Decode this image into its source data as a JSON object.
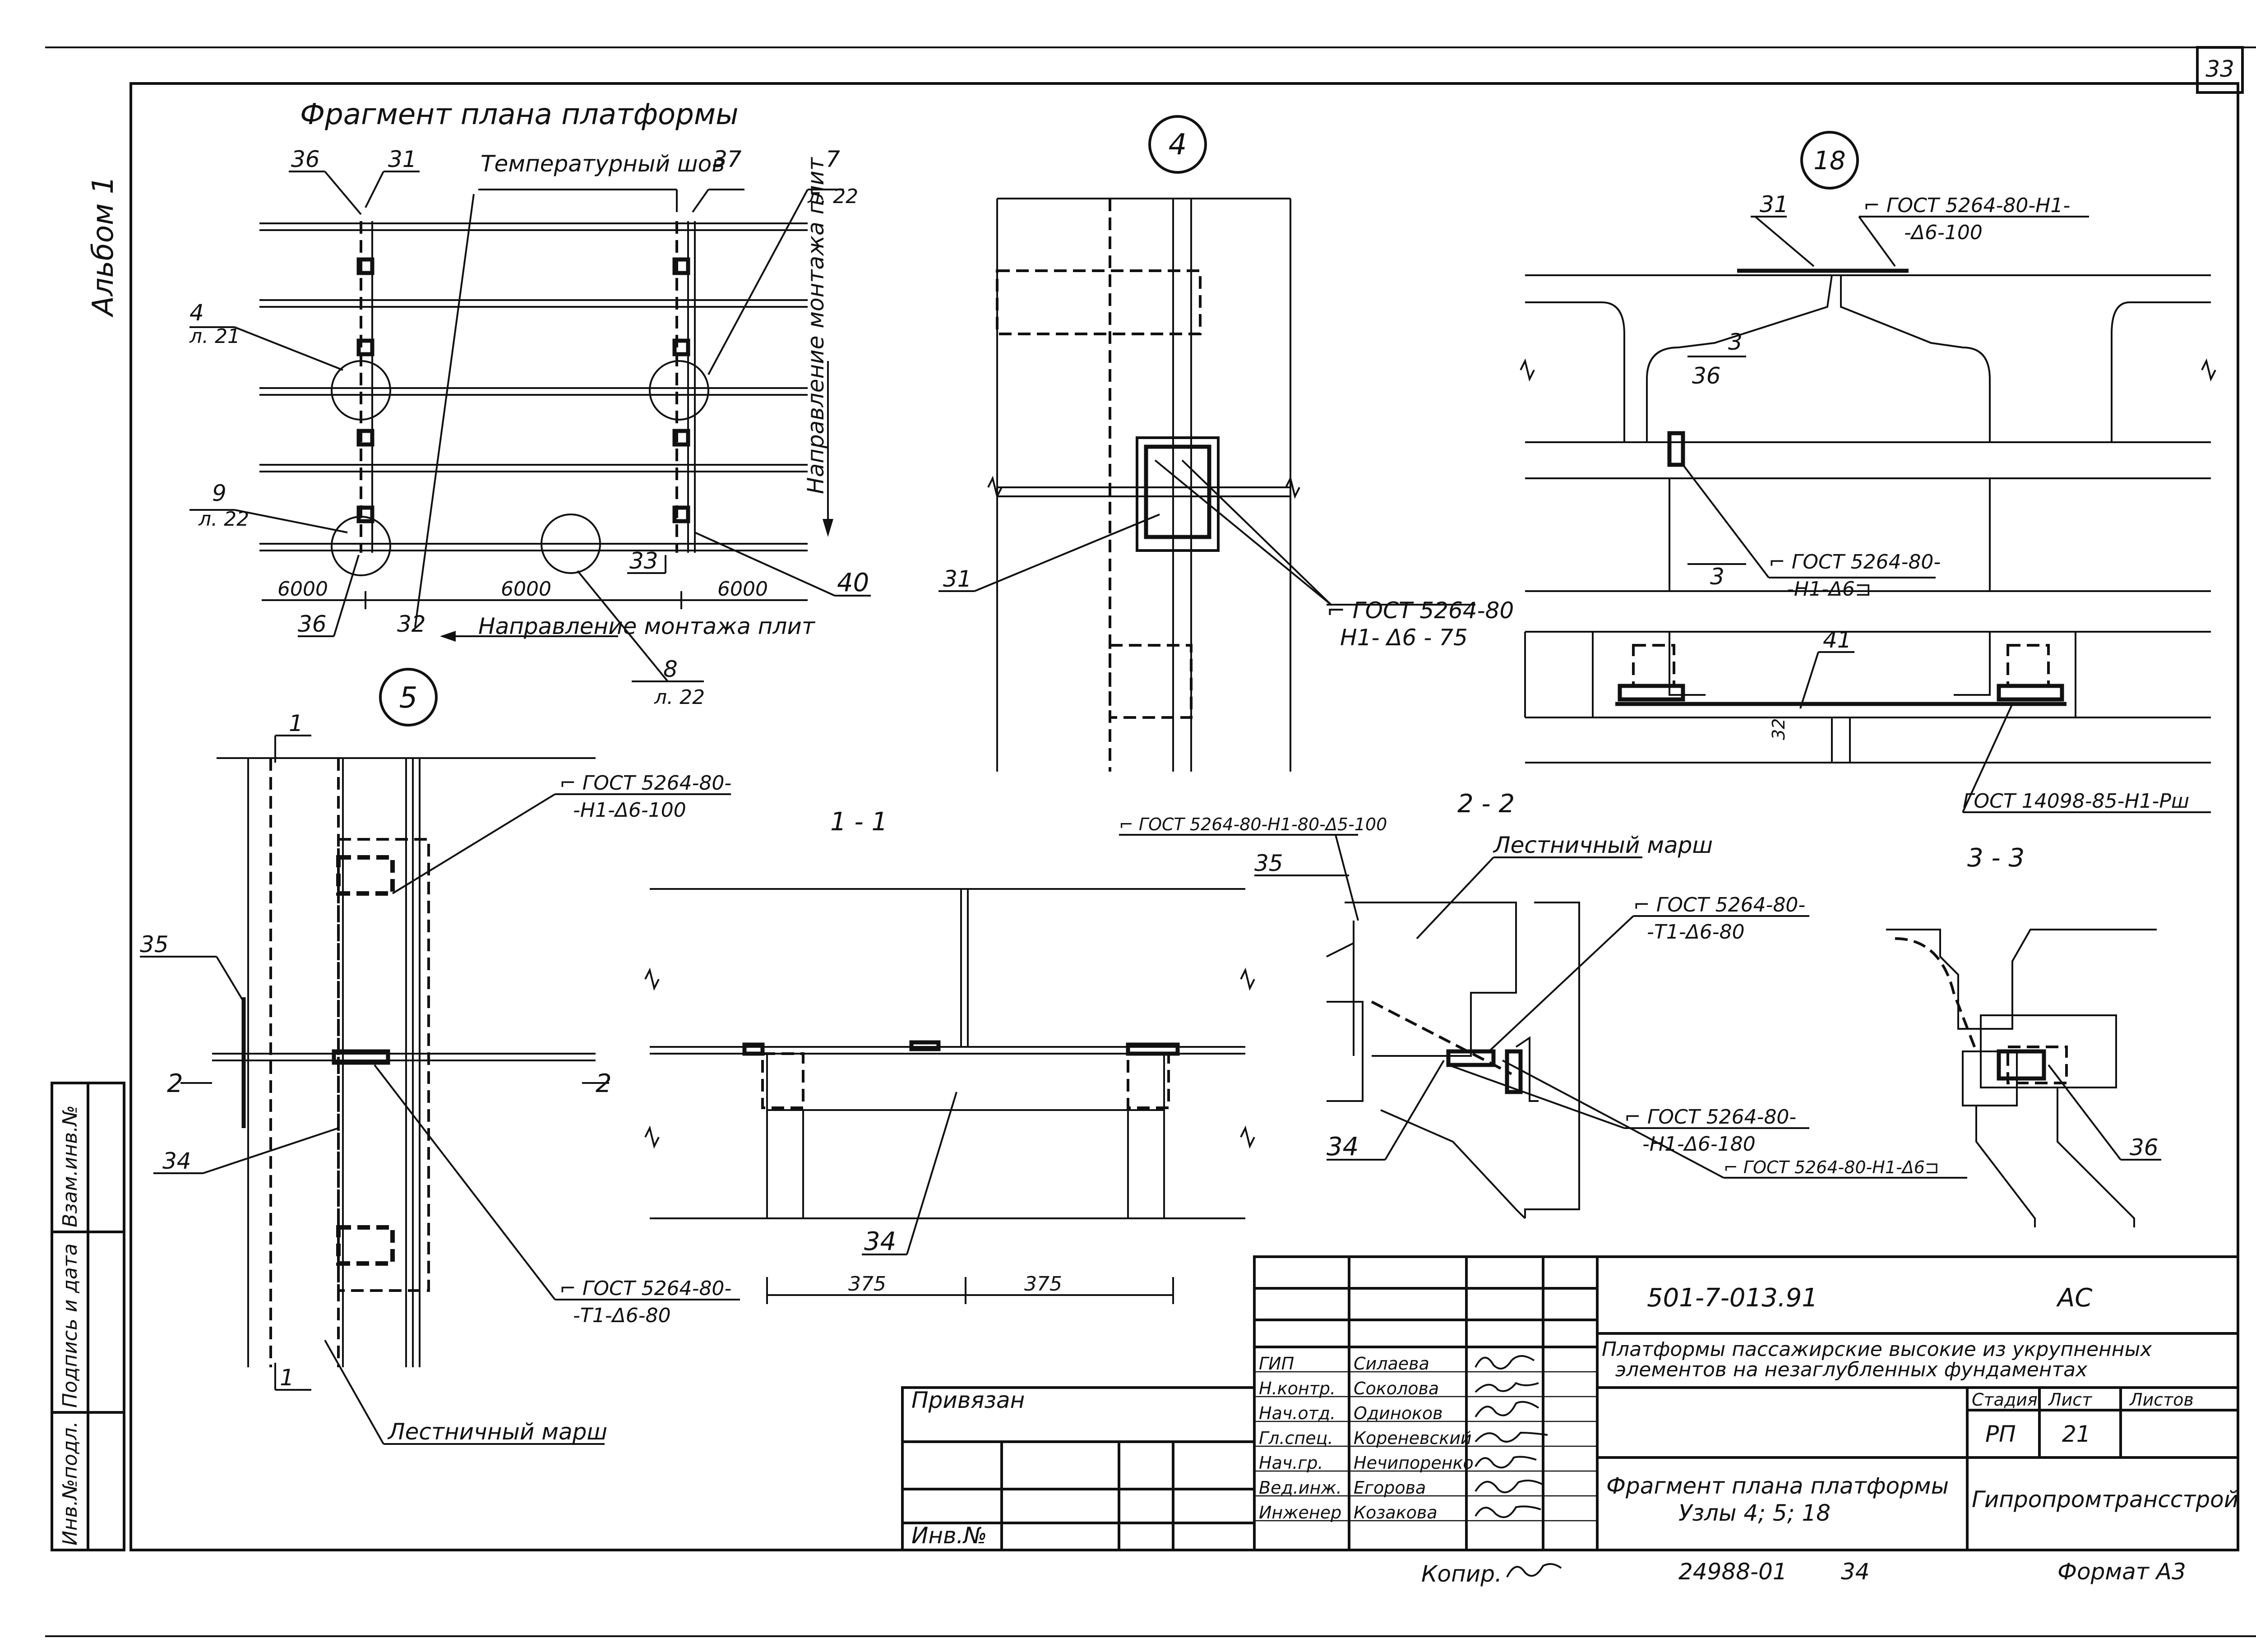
{
  "sheet": {
    "page_number": "33",
    "album_label": "Альбом 1",
    "side_labels": [
      "Взам.инв.№",
      "Подпись и дата",
      "Инв.№подл."
    ]
  },
  "plan": {
    "title": "Фрагмент плана платформы",
    "labels": {
      "p36a": "36",
      "p31": "31",
      "temp_joint": "Температурный шов",
      "p37": "37",
      "p7": "7",
      "p7_sheet": "л. 22",
      "p4": "4",
      "p4_sheet": "л. 21",
      "p9": "9",
      "p9_sheet": "л. 22",
      "p33": "33",
      "p40": "40",
      "p36b": "36",
      "p32": "32",
      "p8": "8",
      "p8_sheet": "л. 22",
      "dim1": "6000",
      "dim2": "6000",
      "dim3": "6000",
      "dir_bottom": "Направление монтажа плит",
      "dir_right": "Направление монтажа плит"
    }
  },
  "node4": {
    "number": "4",
    "labels": {
      "p31": "31",
      "weld": "⌐ ГОСТ 5264-80",
      "weld2": "Н1- Δ6 - 75"
    }
  },
  "node18": {
    "number": "18",
    "labels": {
      "p31": "31",
      "weld_top": "⌐ ГОСТ 5264-80-Н1-",
      "weld_top2": "-Δ6-100",
      "sec3": "3",
      "p36": "36",
      "sec3b": "3",
      "weld_mid": "⌐ ГОСТ 5264-80-",
      "weld_mid2": "-Н1-Δ6⊐",
      "p41": "41",
      "dim32": "32",
      "gost_bottom": "ГОСТ 14098-85-Н1-Рш"
    }
  },
  "node5": {
    "number": "5",
    "labels": {
      "sec1_top": "1",
      "sec1_bot": "1",
      "sec2_left": "2",
      "sec2_right": "2",
      "weld_top": "⌐ ГОСТ 5264-80-",
      "weld_top2": "-Н1-Δ6-100",
      "p35": "35",
      "p34": "34",
      "weld_bot": "⌐ ГОСТ 5264-80-",
      "weld_bot2": "-Т1-Δ6-80",
      "stair": "Лестничный марш"
    }
  },
  "section11": {
    "title": "1 - 1",
    "labels": {
      "p34": "34",
      "dim_a": "375",
      "dim_b": "375"
    }
  },
  "section22": {
    "title": "2 - 2",
    "labels": {
      "weld_top": "⌐ ГОСТ 5264-80-Н1-80-Δ5-100",
      "stair": "Лестничный марш",
      "p35": "35",
      "weld_r": "⌐ ГОСТ 5264-80-",
      "weld_r2": "-Т1-Δ6-80",
      "p34": "34",
      "weld_b": "⌐ ГОСТ 5264-80-",
      "weld_b2": "-Н1-Δ6-180",
      "weld_b3": "⌐ ГОСТ 5264-80-Н1-Δ6⊐"
    }
  },
  "section33": {
    "title": "3 - 3",
    "labels": {
      "p36": "36"
    }
  },
  "title_block": {
    "doc_code": "501-7-013.91",
    "stage_code": "АС",
    "project_title_1": "Платформы пассажирские высокие из укрупненных",
    "project_title_2": "элементов на незаглубленных фундаментах",
    "privyazan": "Привязан",
    "inv_no": "Инв.№",
    "roles": [
      "ГИП",
      "Н.контр.",
      "Нач.отд.",
      "Гл.спец.",
      "Нач.гр.",
      "Вед.инж.",
      "Инженер"
    ],
    "names": [
      "Силаева",
      "Соколова",
      "Одиноков",
      "Кореневский",
      "Нечипоренко",
      "Егорова",
      "Козакова"
    ],
    "stage_hdr": "Стадия",
    "sheet_hdr": "Лист",
    "sheets_hdr": "Листов",
    "stage": "РП",
    "sheet": "21",
    "sheets": "",
    "sheet_title_1": "Фрагмент плана платформы",
    "sheet_title_2": "Узлы 4; 5; 18",
    "org": "Гипропромтрансстрой",
    "copied": "Копир.",
    "archive_no": "24988-01",
    "archive_sheet": "34",
    "format": "Формат А3"
  }
}
